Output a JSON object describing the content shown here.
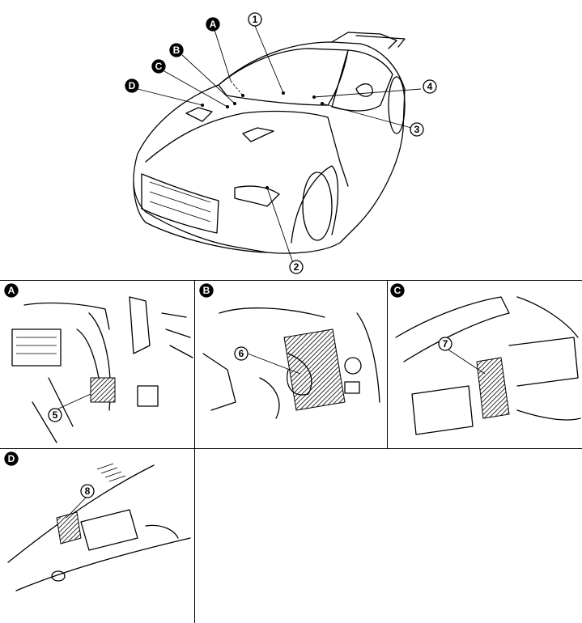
{
  "overview": {
    "callouts": [
      {
        "id": "1",
        "kind": "number"
      },
      {
        "id": "2",
        "kind": "number"
      },
      {
        "id": "3",
        "kind": "number"
      },
      {
        "id": "4",
        "kind": "number"
      },
      {
        "id": "A",
        "kind": "letter"
      },
      {
        "id": "B",
        "kind": "letter"
      },
      {
        "id": "C",
        "kind": "letter"
      },
      {
        "id": "D",
        "kind": "letter"
      }
    ]
  },
  "details": [
    {
      "panel_label": "A",
      "component_number": "5"
    },
    {
      "panel_label": "B",
      "component_number": "6"
    },
    {
      "panel_label": "C",
      "component_number": "7"
    },
    {
      "panel_label": "D",
      "component_number": "8"
    }
  ]
}
